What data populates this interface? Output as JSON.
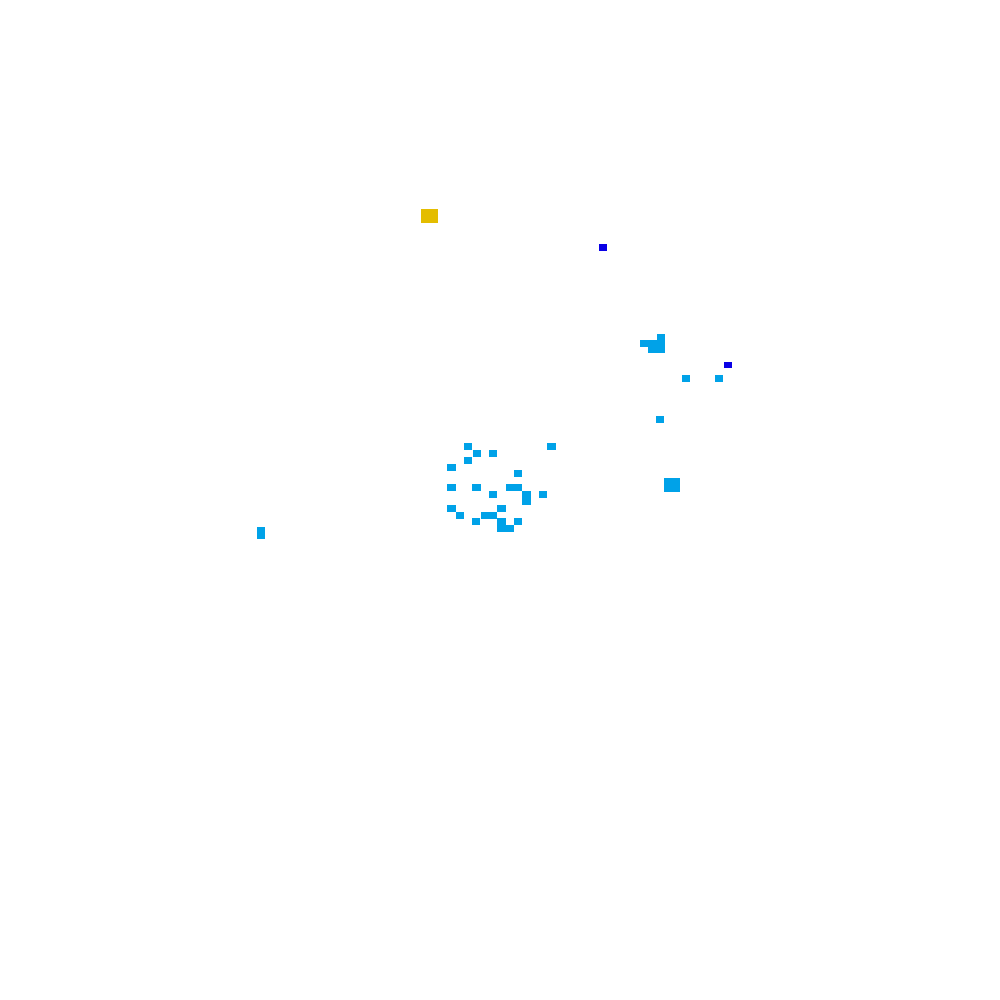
{
  "palette": {
    "background": "#ffffff",
    "gold": "#e4bd00",
    "dark_blue": "#0a00e6",
    "light_blue": "#00a2e8"
  },
  "entities": [
    {
      "name": "gold-block",
      "kind": "gold",
      "color_key": "gold"
    },
    {
      "name": "dark-blue-dot-1",
      "kind": "dark_blue",
      "color_key": "dark_blue"
    },
    {
      "name": "dark-blue-dot-2",
      "kind": "dark_blue",
      "color_key": "dark_blue"
    },
    {
      "name": "light-blue-cluster-ne",
      "kind": "light_blue",
      "color_key": "light_blue"
    },
    {
      "name": "light-blue-cluster-center",
      "kind": "light_blue",
      "color_key": "light_blue"
    },
    {
      "name": "light-blue-square",
      "kind": "light_blue",
      "color_key": "light_blue"
    },
    {
      "name": "light-blue-marker-west",
      "kind": "light_blue",
      "color_key": "light_blue"
    }
  ]
}
